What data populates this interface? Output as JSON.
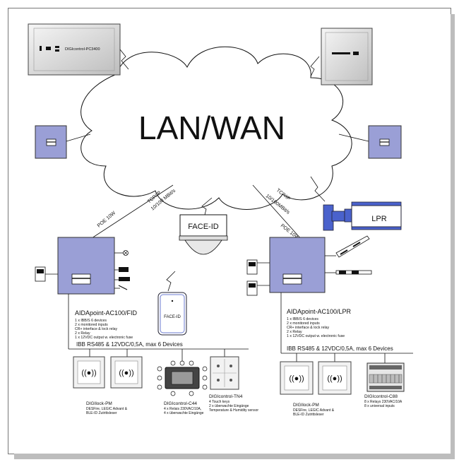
{
  "network": {
    "label": "LAN/WAN"
  },
  "server": {
    "label": "DIGIcontrol-PC3400"
  },
  "face_camera": {
    "label": "FACE-ID"
  },
  "face_panel": {
    "label": "FACE-ID"
  },
  "lpr_camera": {
    "label": "LPR"
  },
  "links": {
    "left_tcpip": "TCP/IP",
    "left_speed": "10/100 MBit/s",
    "left_poe": "POE 10W",
    "right_tcpip": "TCP/IP",
    "right_speed": "10/100MBit/s",
    "right_poe": "POE 10W"
  },
  "controller_fid": {
    "title": "AIDApoint-AC100/FID",
    "specs": [
      "1 x IBB/S 6 devices",
      "2 x monitored inputs",
      "CR+ interface & lock relay",
      "2 x Relay",
      "1 x 12VDC output w. electronic fuse"
    ]
  },
  "controller_lpr": {
    "title": "AIDApoint-AC100/LPR",
    "specs": [
      "1 x IBB/S 6 devices",
      "2 x monitored inputs",
      "CR+ interface & lock relay",
      "2 x Relay",
      "1 x 12VDC output w. electronic fuse"
    ]
  },
  "bus_left": {
    "label": "IBB RS485 & 12VDC/0,5A, max 6 Devices"
  },
  "bus_right": {
    "label": "IBB RS485 & 12VDC/0,5A, max 6 Devices"
  },
  "devices_left": [
    {
      "title": "DIGIlock-PM",
      "lines": [
        "DESFire, LEGIC Advant &",
        "BLE-ID Zutrittsleser"
      ]
    },
    {
      "title": "DIGIcontrol-C44",
      "lines": [
        "4 x Relais 230VAC/10A,",
        "4 x überwachte Eingänge"
      ]
    },
    {
      "title": "DIGIcontrol-TN4",
      "lines": [
        "4 Touch keys",
        "2 x überwachte Eingänge",
        "Temperature & Humidity sensor"
      ]
    }
  ],
  "devices_right": [
    {
      "title": "DIGIlock-PM",
      "lines": [
        "DESFire, LEGIC Advant &",
        "BLE-ID Zutrittsleser"
      ]
    },
    {
      "title": "DIGIcontrol-C88",
      "lines": [
        "8 x Relays 230VAC/10A",
        "8 x universal inputs"
      ]
    }
  ]
}
